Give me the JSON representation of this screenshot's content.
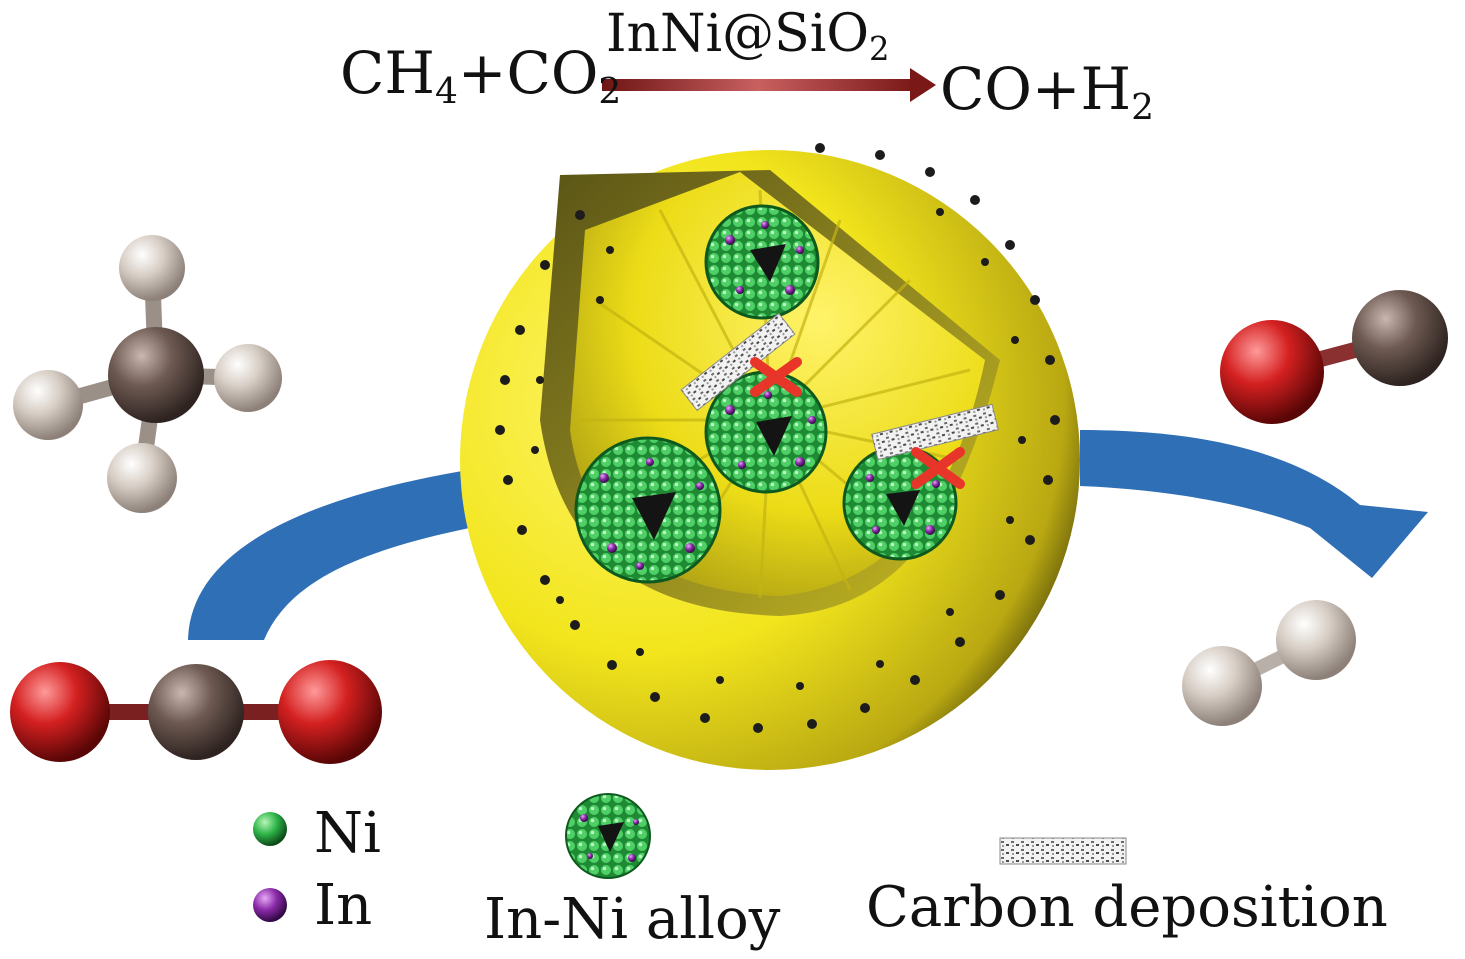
{
  "equation": {
    "reactants_main": "CH",
    "reactants_sub1": "4",
    "reactants_mid": "+CO",
    "reactants_sub2": "2",
    "catalyst_main": "InNi@SiO",
    "catalyst_sub": "2",
    "products_main": "CO+H",
    "products_sub": "2"
  },
  "legend": {
    "ni_label": "Ni",
    "in_label": "In",
    "alloy_label": "In-Ni alloy",
    "carbon_label": "Carbon deposition"
  },
  "colors": {
    "shell_yellow": "#f2e51c",
    "shell_dark": "#6b6418",
    "ni_green": "#2fb64a",
    "in_purple": "#8a2aa8",
    "oxygen_red": "#d42020",
    "carbon_brown": "#6e5a52",
    "hydrogen_grey": "#d8cfc6",
    "flow_arrow": "#2f6fb5",
    "reaction_arrow": "#9b2a2a",
    "block_cross": "#e8352a"
  }
}
